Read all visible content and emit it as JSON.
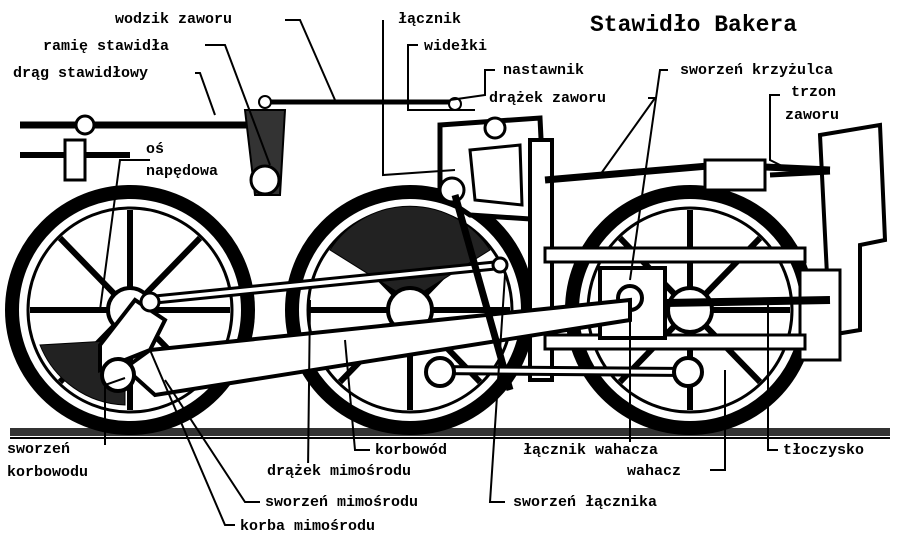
{
  "title": "Stawidło Bakera",
  "labels": {
    "wodzik_zaworu": "wodzik zaworu",
    "lacznik": "łącznik",
    "ramie_stawidla": "ramię stawidła",
    "widelki": "widełki",
    "drag_stawidlowy": "drąg stawidłowy",
    "nastawnik": "nastawnik",
    "sworzen_krzyzulca": "sworzeń krzyżulca",
    "drazek_zaworu": "drążek zaworu",
    "trzon_zaworu_1": "trzon",
    "trzon_zaworu_2": "zaworu",
    "os_napedowa_1": "oś",
    "os_napedowa_2": "napędowa",
    "sworzen_korbowodu_1": "sworzeń",
    "sworzen_korbowodu_2": "korbowodu",
    "korbowod": "korbowód",
    "lacznik_wahacza": "łącznik wahacza",
    "tloczysko": "tłoczysko",
    "drazek_mimosrodu": "drążek mimośrodu",
    "wahacz": "wahacz",
    "sworzen_mimosrodu": "sworzeń mimośrodu",
    "sworzen_lacznika": "sworzeń łącznika",
    "korba_mimosrodu": "korba mimośrodu"
  }
}
